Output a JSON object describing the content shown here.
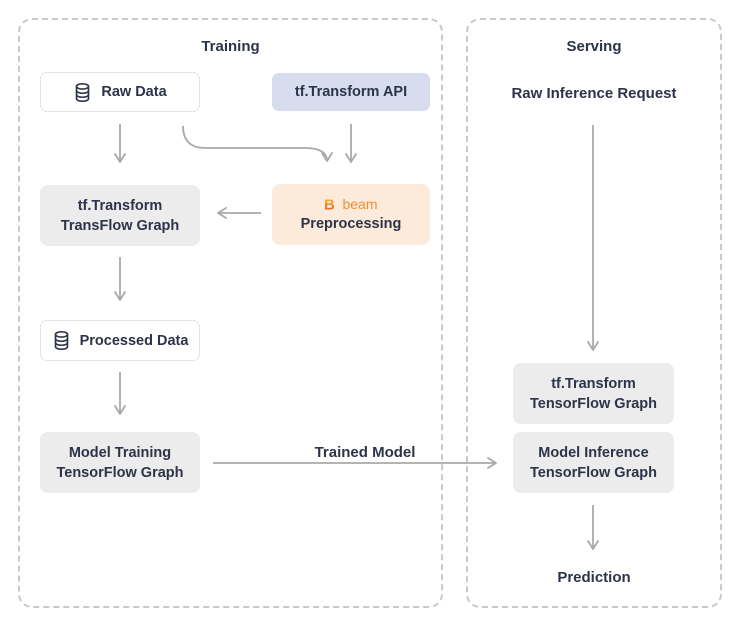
{
  "colors": {
    "background": "#ffffff",
    "text": "#2d3348",
    "arrow": "#a9a9a9",
    "container_border": "#c9c9c9",
    "box_gray": "#ececec",
    "box_blue": "#d7ddef",
    "box_orange": "#fceadb",
    "box_plain_border": "#e3e3e7",
    "beam_orange": "#f78e33",
    "beam_gradient_top": "#fcc93f",
    "beam_gradient_bottom": "#e8481f"
  },
  "icons": {
    "database_icon": "db-cylinder",
    "beam_icon": "B"
  },
  "training": {
    "title": "Training",
    "raw_data_label": "Raw Data",
    "tf_transform_api_label": "tf.Transform API",
    "transform_graph_line1": "tf.Transform",
    "transform_graph_line2": "TransFlow Graph",
    "beam_brand": "beam",
    "preprocessing_label": "Preprocessing",
    "processed_data_label": "Processed Data",
    "model_training_line1": "Model Training",
    "model_training_line2": "TensorFlow Graph"
  },
  "serving": {
    "title": "Serving",
    "raw_inference_request_label": "Raw Inference Request",
    "transform_graph_line1": "tf.Transform",
    "transform_graph_line2": "TensorFlow Graph",
    "model_inference_line1": "Model Inference",
    "model_inference_line2": "TensorFlow Graph",
    "prediction_label": "Prediction"
  },
  "edges": {
    "trained_model_label": "Trained Model"
  }
}
